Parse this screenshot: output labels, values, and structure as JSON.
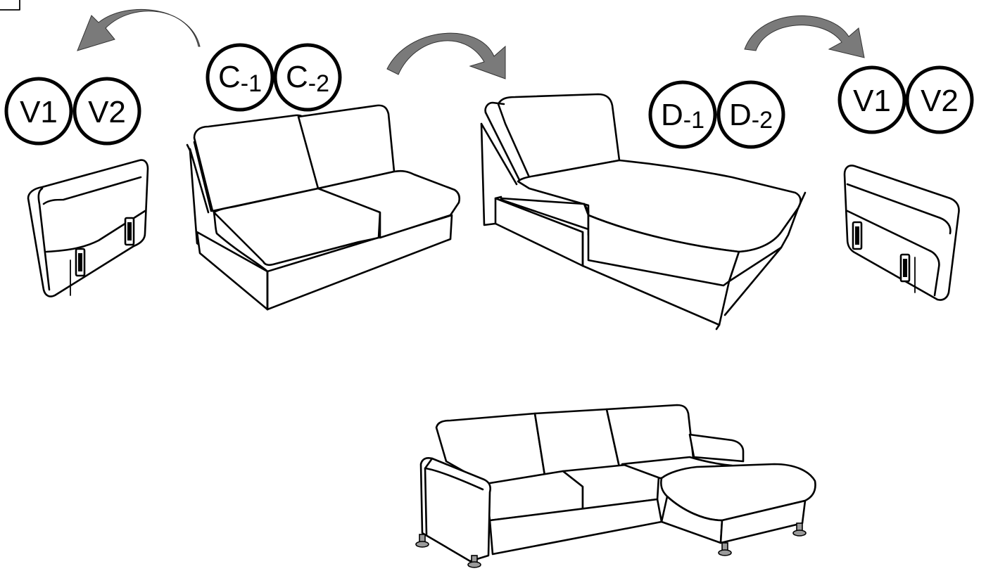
{
  "labels": {
    "v_left_1": "V1",
    "v_left_2": "V2",
    "c1_main": "C",
    "c1_sub": "-1",
    "c2_main": "C",
    "c2_sub": "-2",
    "d1_main": "D",
    "d1_sub": "-1",
    "d2_main": "D",
    "d2_sub": "-2",
    "v_right_1": "V1",
    "v_right_2": "V2"
  },
  "colors": {
    "arrow": "#7a7a7a",
    "line": "#000000",
    "foot": "#9a9a9a"
  }
}
